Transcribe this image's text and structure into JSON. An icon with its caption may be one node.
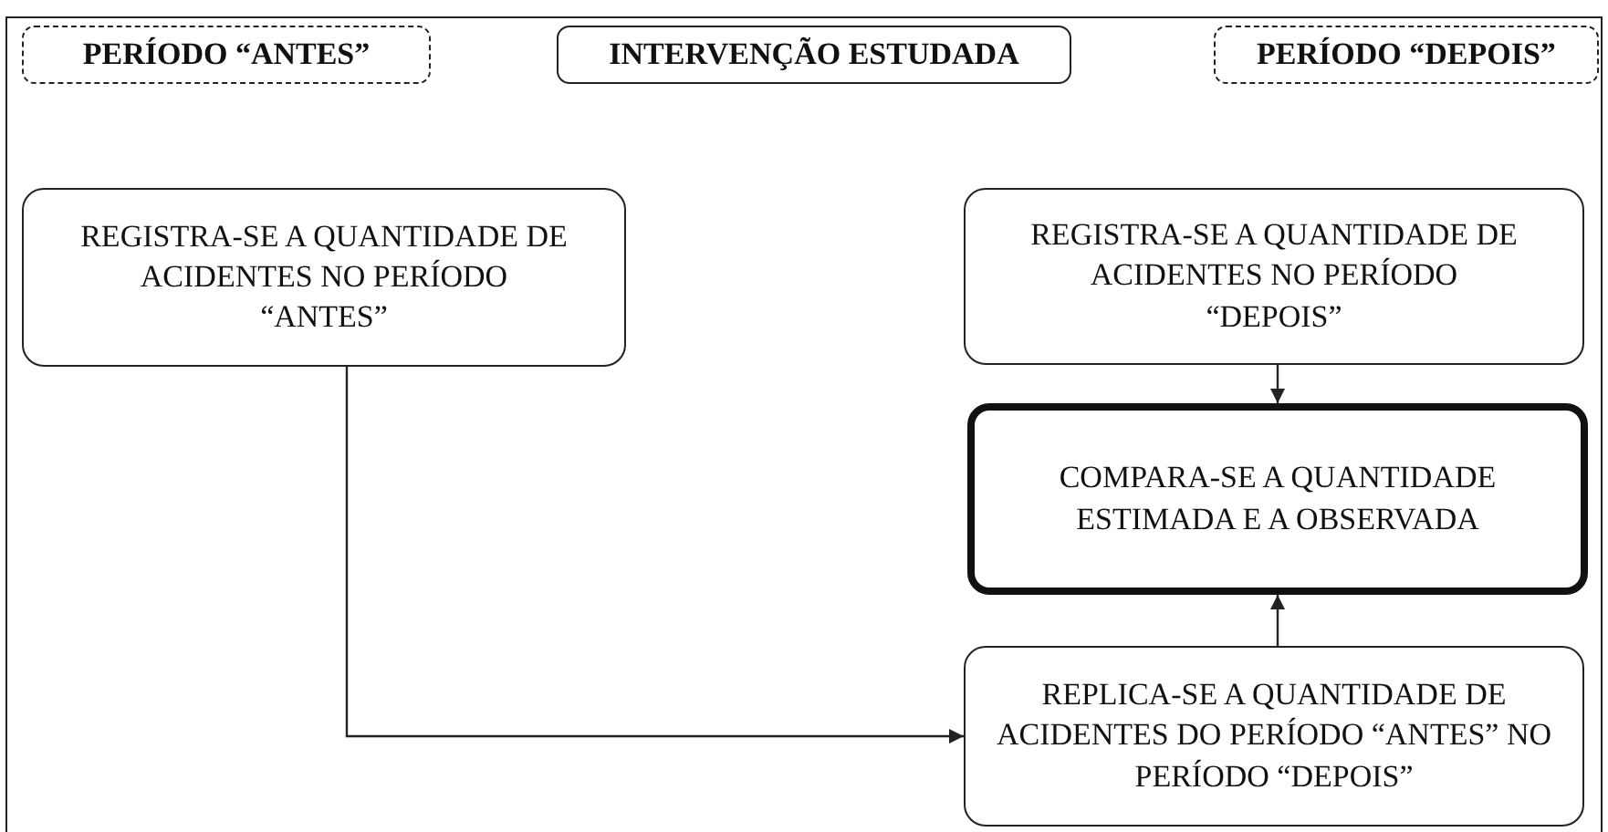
{
  "diagram": {
    "nodes": [
      {
        "text": [
          "PERÍODO “ANTES”"
        ]
      },
      {
        "text": [
          "INTERVENÇÃO ESTUDADA"
        ]
      },
      {
        "text": [
          "PERÍODO “DEPOIS”"
        ]
      },
      {
        "text": [
          "REGISTRA-SE A QUANTIDADE DE ACIDENTES NO PERÍODO “ANTES”"
        ]
      },
      {
        "text": [
          "REGISTRA-SE A QUANTIDADE DE ACIDENTES NO PERÍODO “DEPOIS”"
        ]
      },
      {
        "text": [
          "COMPARA-SE A QUANTIDADE ESTIMADA E A OBSERVADA"
        ]
      },
      {
        "text": [
          "REPLICA-SE A QUANTIDADE DE ACIDENTES DO PERÍODO “ANTES” NO PERÍODO “DEPOIS”"
        ]
      }
    ],
    "edges": [
      {
        "from": 3,
        "to": 6,
        "arrow": "to"
      },
      {
        "from": 4,
        "to": 5,
        "arrow": "to"
      },
      {
        "from": 6,
        "to": 5,
        "arrow": "to"
      }
    ]
  }
}
